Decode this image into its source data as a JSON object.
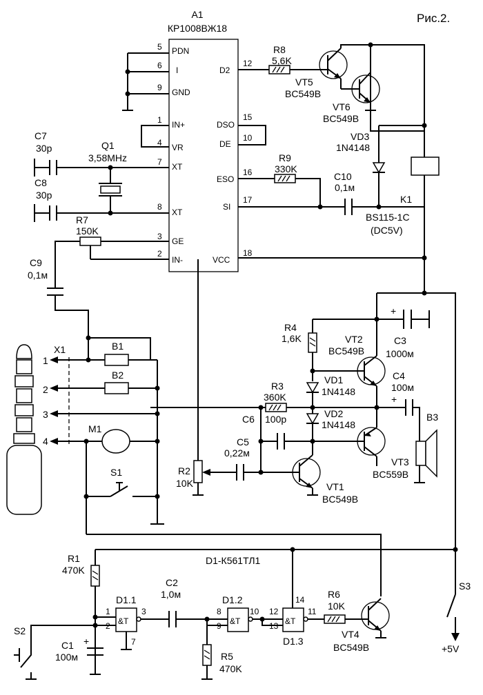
{
  "figure": "Рис.2.",
  "ic_a1": {
    "ref": "A1",
    "part": "КР1008ВЖ18",
    "left_pins": [
      {
        "num": "5",
        "name": "PDN"
      },
      {
        "num": "6",
        "name": "I"
      },
      {
        "num": "9",
        "name": "GND"
      },
      {
        "num": "1",
        "name": "IN+"
      },
      {
        "num": "4",
        "name": "VR"
      },
      {
        "num": "7",
        "name": "XT"
      },
      {
        "num": "8",
        "name": "XT"
      },
      {
        "num": "3",
        "name": "GE"
      },
      {
        "num": "2",
        "name": "IN-"
      }
    ],
    "right_pins": [
      {
        "num": "12",
        "name": "D2"
      },
      {
        "num": "15",
        "name": "DSO"
      },
      {
        "num": "10",
        "name": "DE"
      },
      {
        "num": "16",
        "name": "ESO"
      },
      {
        "num": "17",
        "name": "SI"
      },
      {
        "num": "18",
        "name": "VCC"
      }
    ]
  },
  "components": {
    "r8": {
      "ref": "R8",
      "value": "5,6K"
    },
    "vt5": {
      "ref": "VT5",
      "value": "BC549B"
    },
    "vt6": {
      "ref": "VT6",
      "value": "BC549B"
    },
    "vd3": {
      "ref": "VD3",
      "value": "1N4148"
    },
    "r9": {
      "ref": "R9",
      "value": "330K"
    },
    "c10": {
      "ref": "C10",
      "value": "0,1м"
    },
    "k1": {
      "ref": "K1",
      "value": "BS115-1C",
      "note": "(DC5V)"
    },
    "c7": {
      "ref": "C7",
      "value": "30p"
    },
    "c8": {
      "ref": "C8",
      "value": "30p"
    },
    "q1": {
      "ref": "Q1",
      "value": "3,58MHz"
    },
    "r7": {
      "ref": "R7",
      "value": "150K"
    },
    "c9": {
      "ref": "C9",
      "value": "0,1м"
    },
    "r4": {
      "ref": "R4",
      "value": "1,6K"
    },
    "vt2": {
      "ref": "VT2",
      "value": "BC549B"
    },
    "c3": {
      "ref": "C3",
      "value": "1000м"
    },
    "vd1": {
      "ref": "VD1",
      "value": "1N4148"
    },
    "c4": {
      "ref": "C4",
      "value": "100м"
    },
    "r3": {
      "ref": "R3",
      "value": "360K"
    },
    "c6": {
      "ref": "C6",
      "value": "100p"
    },
    "vd2": {
      "ref": "VD2",
      "value": "1N4148"
    },
    "b3": {
      "ref": "B3"
    },
    "c5": {
      "ref": "C5",
      "value": "0,22м"
    },
    "vt3": {
      "ref": "VT3",
      "value": "BC559B"
    },
    "r2": {
      "ref": "R2",
      "value": "10K"
    },
    "vt1": {
      "ref": "VT1",
      "value": "BC549B"
    },
    "x1": {
      "ref": "X1"
    },
    "b1": {
      "ref": "B1"
    },
    "b2": {
      "ref": "B2"
    },
    "m1": {
      "ref": "M1"
    },
    "s1": {
      "ref": "S1"
    },
    "r1": {
      "ref": "R1",
      "value": "470K"
    },
    "d1": {
      "ref": "D1-К561ТЛ1"
    },
    "c2": {
      "ref": "C2",
      "value": "1,0м"
    },
    "d1_1": {
      "ref": "D1.1"
    },
    "d1_2": {
      "ref": "D1.2"
    },
    "d1_3": {
      "ref": "D1.3"
    },
    "r6": {
      "ref": "R6",
      "value": "10K"
    },
    "vt4": {
      "ref": "VT4",
      "value": "BC549B"
    },
    "s3": {
      "ref": "S3"
    },
    "s2": {
      "ref": "S2"
    },
    "c1": {
      "ref": "C1",
      "value": "100м"
    },
    "r5": {
      "ref": "R5",
      "value": "470K"
    }
  },
  "connector_pins": [
    "1",
    "2",
    "3",
    "4"
  ],
  "gate_symbol": "&T",
  "gate_pins": {
    "d1_1": [
      "1",
      "2",
      "3",
      "7"
    ],
    "d1_2": [
      "8",
      "9",
      "10"
    ],
    "d1_3": [
      "12",
      "13",
      "11",
      "14"
    ]
  },
  "supply": "+5V",
  "cap_plus": "+"
}
